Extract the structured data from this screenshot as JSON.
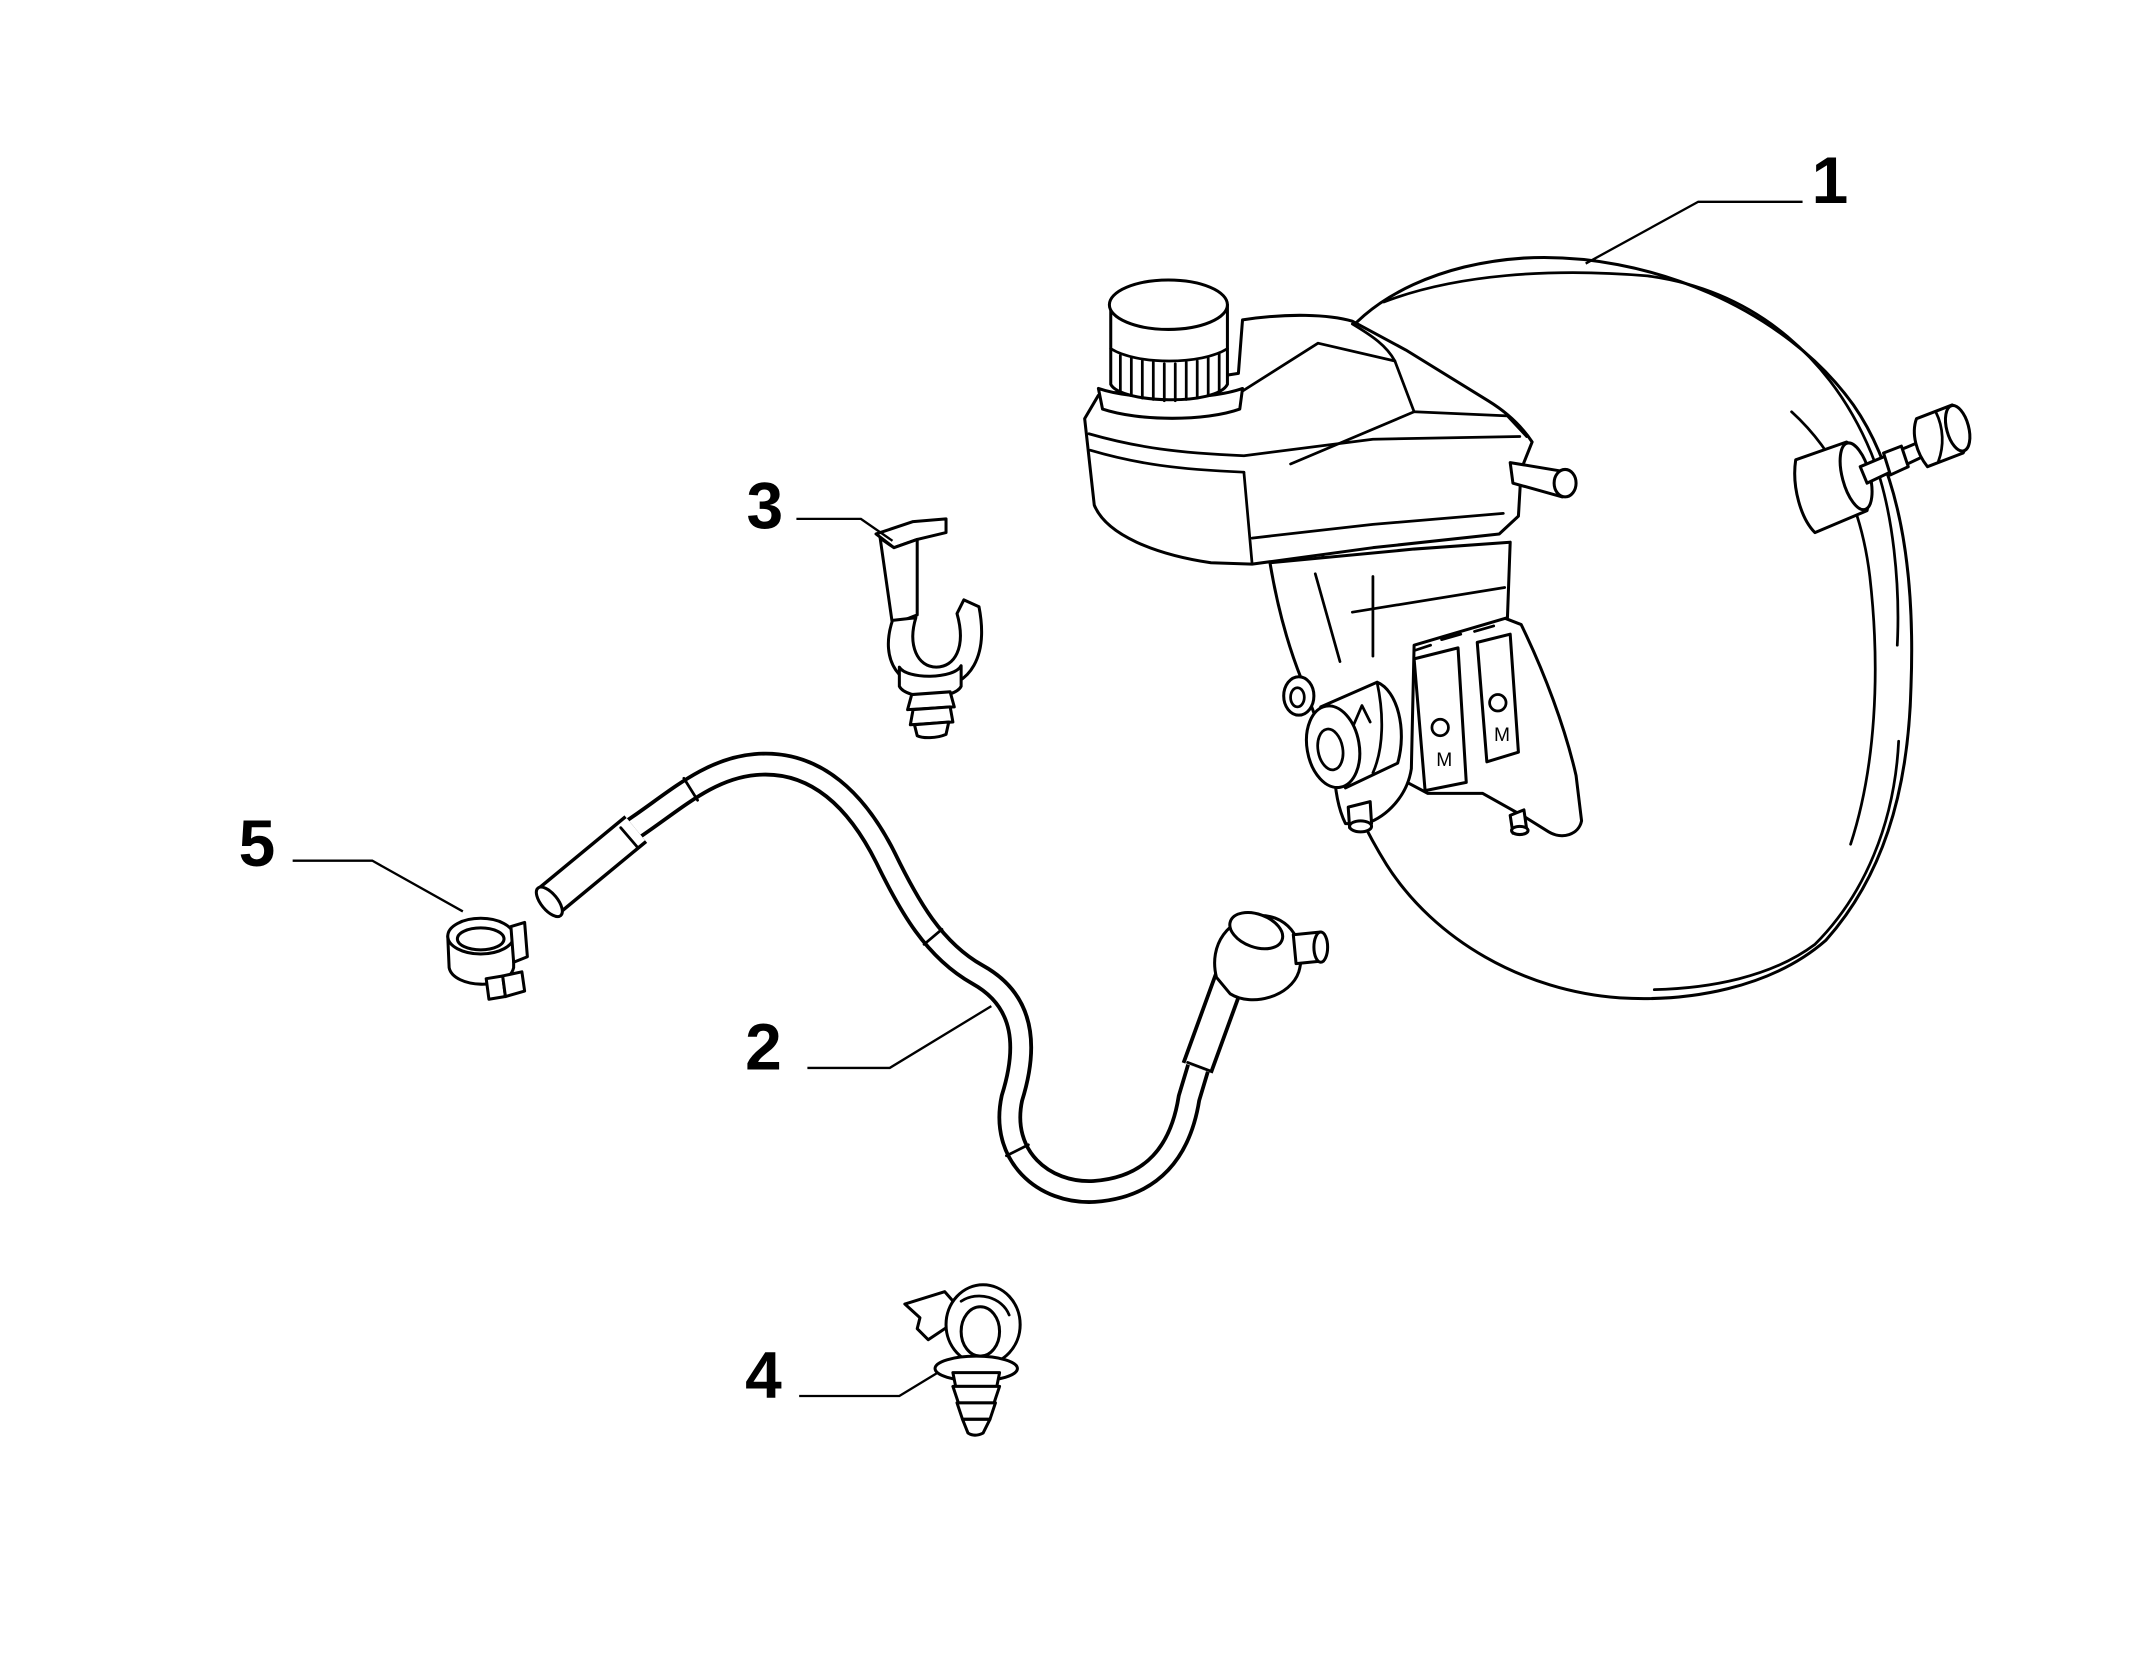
{
  "callouts": {
    "c1": "1",
    "c2": "2",
    "c3": "3",
    "c4": "4",
    "c5": "5"
  },
  "housing_marks": {
    "left": "M",
    "right": "M"
  }
}
